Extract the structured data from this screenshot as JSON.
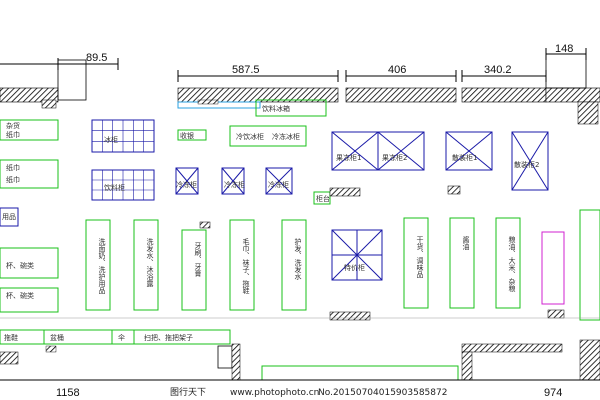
{
  "dimensions": {
    "top": [
      "89.5",
      "587.5",
      "406",
      "340.2",
      "148"
    ],
    "bottom": [
      "1158",
      "974"
    ]
  },
  "fixtures": {
    "left_top": "杂货",
    "left_paper": "纸巾",
    "left_paper2": "纸巾",
    "left_blue": "用品",
    "left_bowls": "杯、碗类",
    "left_bowls2": "杯、碗类",
    "bottom_row": [
      "拖鞋",
      "盆桶",
      "伞",
      "扫把、拖把架子"
    ],
    "blue_grid_1": "冰柜",
    "blue_grid_2": "饮料柜",
    "drink_fridge": "饮料冰箱",
    "small_box": "收银",
    "shelf_a": "冷饮冰柜",
    "shelf_b": "冷冻冰柜",
    "freezer_1": "冷冻柜",
    "freezer_2": "冷冻柜",
    "freezer_3": "冷冻柜",
    "fruit_1": "果冻柜1",
    "fruit_2": "果冻柜2",
    "seafood_1": "散装柜1",
    "seafood_2": "散装柜2",
    "center_bin": "特价柜",
    "tiny_box": "柜台",
    "v_shelves": [
      "洗面奶、洗护用品",
      "洗发水、沐浴露",
      "牙刷、牙膏",
      "毛巾、袜子、拖鞋",
      "护发、洗发水"
    ],
    "r_shelves": [
      "干货、调味品",
      "酱油",
      "粮油、大米、杂粮"
    ]
  },
  "footer": {
    "brand": "图行天下",
    "url": "www.photophoto.cn",
    "serial": "No.20150704015903585872"
  },
  "colors": {
    "shelf": "#18c018",
    "cooler": "#1a1aa8",
    "special": "#d020d0",
    "fridge": "#2aa0e0"
  }
}
